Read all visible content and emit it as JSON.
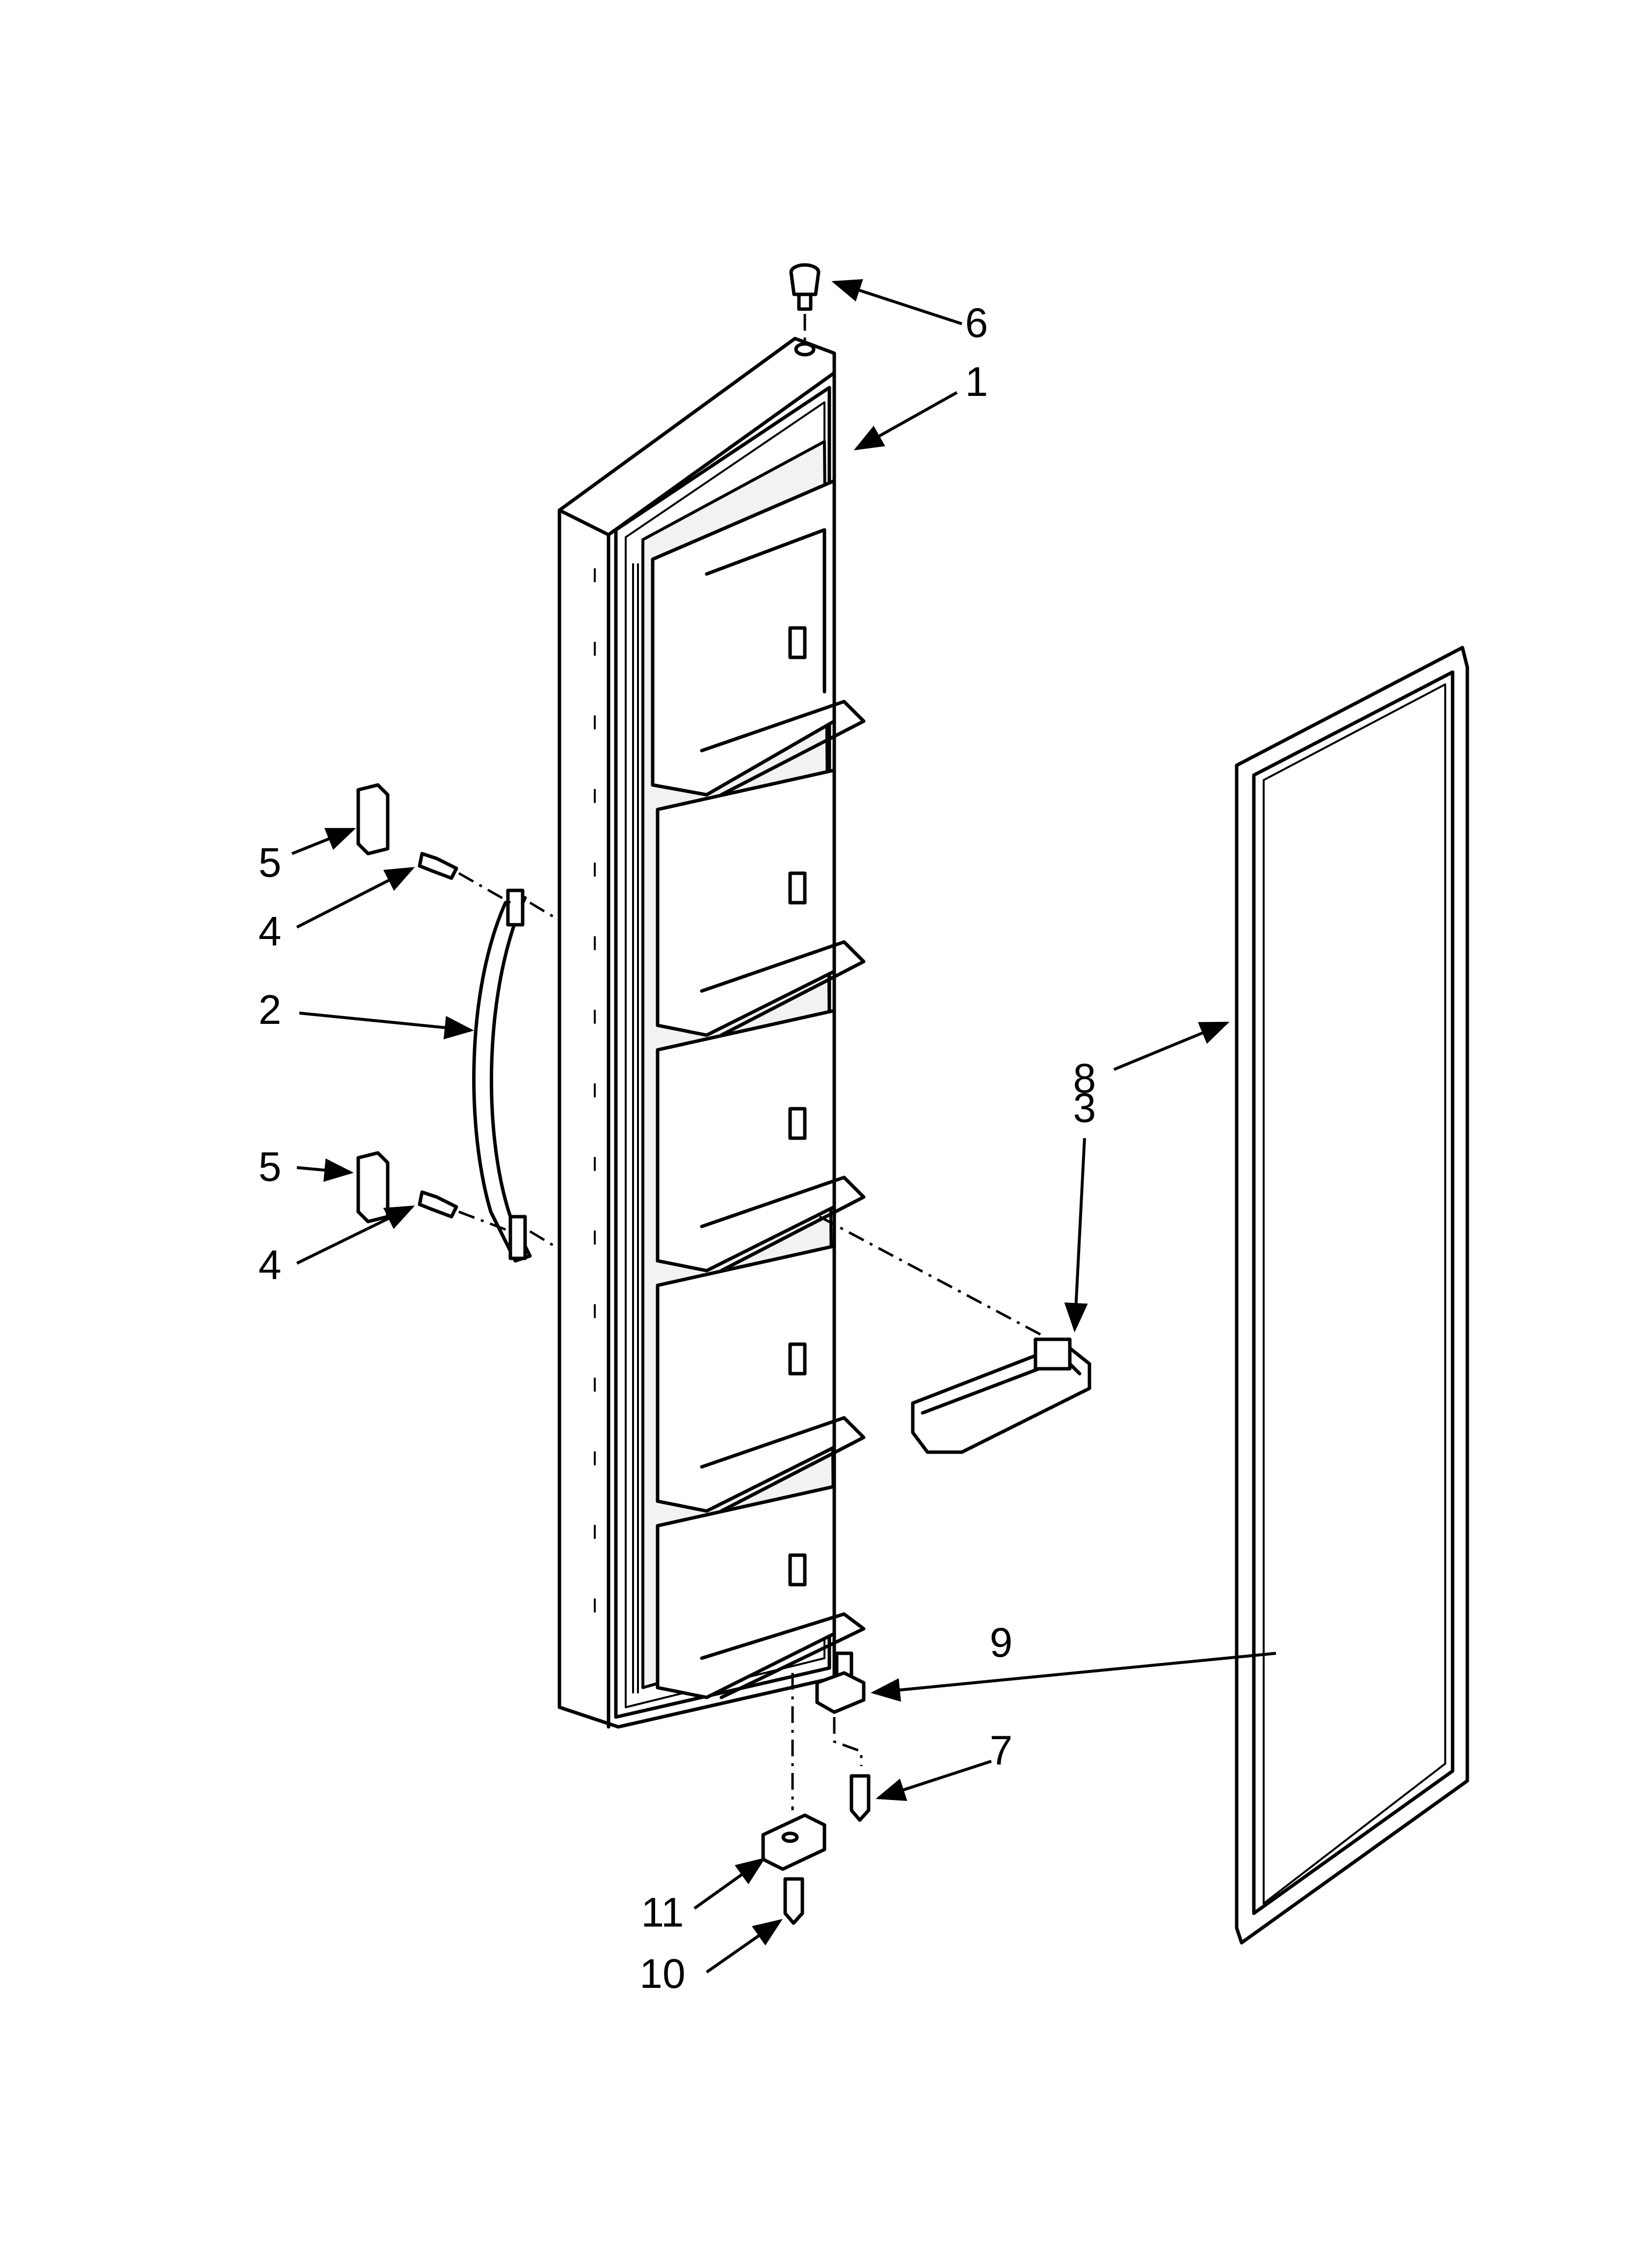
{
  "diagram": {
    "callouts": [
      {
        "id": "6",
        "label": "6"
      },
      {
        "id": "1",
        "label": "1"
      },
      {
        "id": "5a",
        "label": "5"
      },
      {
        "id": "4a",
        "label": "4"
      },
      {
        "id": "2",
        "label": "2"
      },
      {
        "id": "5b",
        "label": "5"
      },
      {
        "id": "4b",
        "label": "4"
      },
      {
        "id": "8",
        "label": "8"
      },
      {
        "id": "3",
        "label": "3"
      },
      {
        "id": "9",
        "label": "9"
      },
      {
        "id": "7",
        "label": "7"
      },
      {
        "id": "11",
        "label": "11"
      },
      {
        "id": "10",
        "label": "10"
      }
    ]
  }
}
